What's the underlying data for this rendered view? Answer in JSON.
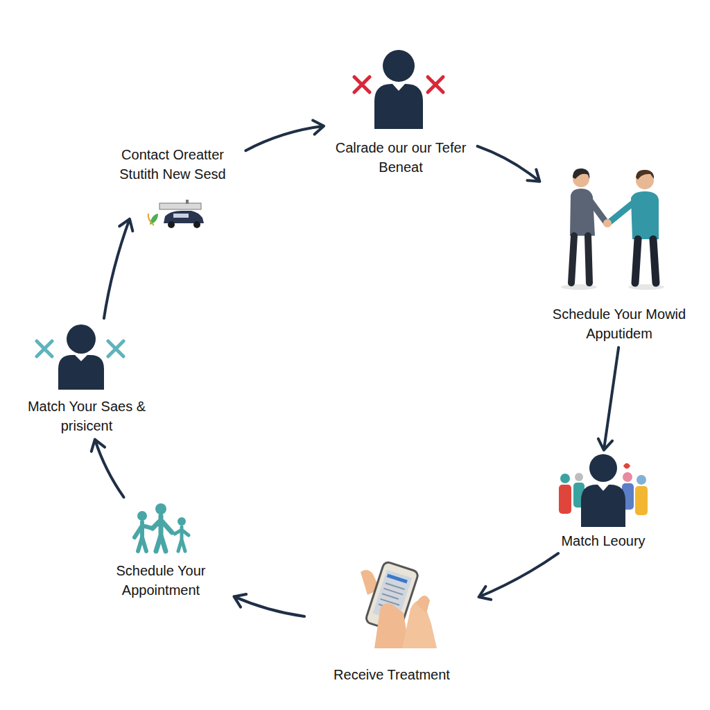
{
  "diagram": {
    "nodes": [
      {
        "text": [
          "Calrade our our Tefer Beneat"
        ]
      },
      {
        "text": [
          "Schedule Your Mowid Apputidem"
        ]
      },
      {
        "text": [
          "Match Leoury"
        ]
      },
      {
        "text": [
          "Receive Treatment"
        ]
      },
      {
        "text": [
          "Schedule Your Appointment"
        ]
      },
      {
        "text": [
          "Match Your Saes & prisicent"
        ]
      },
      {
        "text": [
          "Contact Oreatter Stutith New Sesd"
        ]
      }
    ],
    "edges": [
      {
        "from": 6,
        "to": 0,
        "arrow": "to"
      },
      {
        "from": 0,
        "to": 1,
        "arrow": "to"
      },
      {
        "from": 1,
        "to": 2,
        "arrow": "to"
      },
      {
        "from": 2,
        "to": 3,
        "arrow": "to"
      },
      {
        "from": 3,
        "to": 4,
        "arrow": "to"
      },
      {
        "from": 4,
        "to": 5,
        "arrow": "to"
      },
      {
        "from": 5,
        "to": 6,
        "arrow": "to"
      }
    ]
  }
}
